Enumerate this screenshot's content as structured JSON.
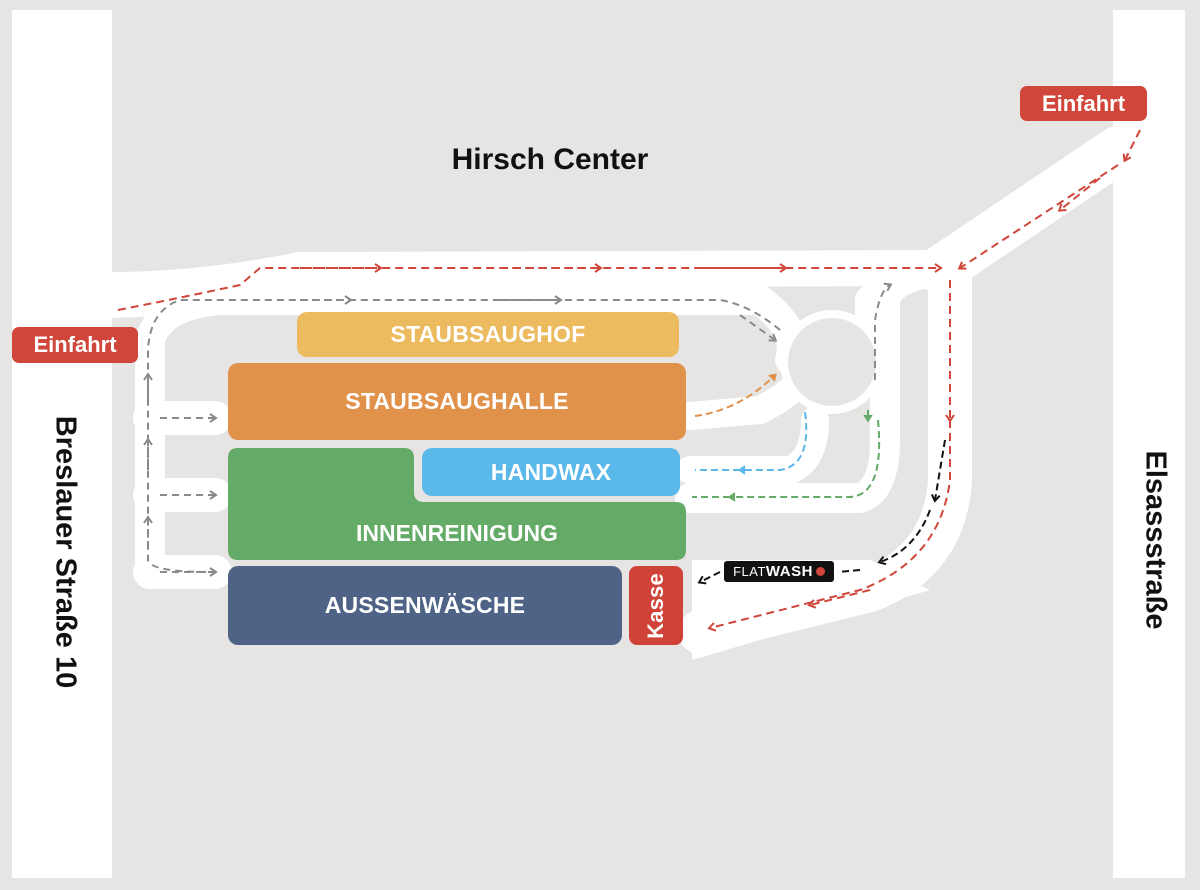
{
  "map": {
    "landmark": "Hirsch Center",
    "streets": {
      "left": "Breslauer Straße 10",
      "right": "Elsassstraße"
    },
    "entrances": {
      "left": "Einfahrt",
      "right": "Einfahrt"
    },
    "zones": {
      "staubsaughof": "STAUBSAUGHOF",
      "staubsaughalle": "STAUBSAUGHALLE",
      "handwax": "HANDWAX",
      "innenreinigung": "INNENREINIGUNG",
      "aussenwaesche": "AUSSENWÄSCHE",
      "kasse": "Kasse"
    },
    "flatwash": {
      "part1": "FLAT",
      "part2": "WASH"
    }
  },
  "colors": {
    "background": "#e6e5e4",
    "road": "#ffffff",
    "staubsaughof": "#ecba5f",
    "staubsaughalle": "#e0914a",
    "handwax": "#5ab9ea",
    "innenreinigung": "#63ab67",
    "aussenwaesche": "#4f6387",
    "kasse": "#cf4237",
    "entrance_badge": "#d0463a",
    "route_red": "#d0463a",
    "route_gray": "#8a8a8a",
    "route_orange": "#e0914a",
    "route_blue": "#5ab9ea",
    "route_green": "#63ab67",
    "route_black": "#111111"
  },
  "icons": [
    "arrow-head-icon"
  ]
}
